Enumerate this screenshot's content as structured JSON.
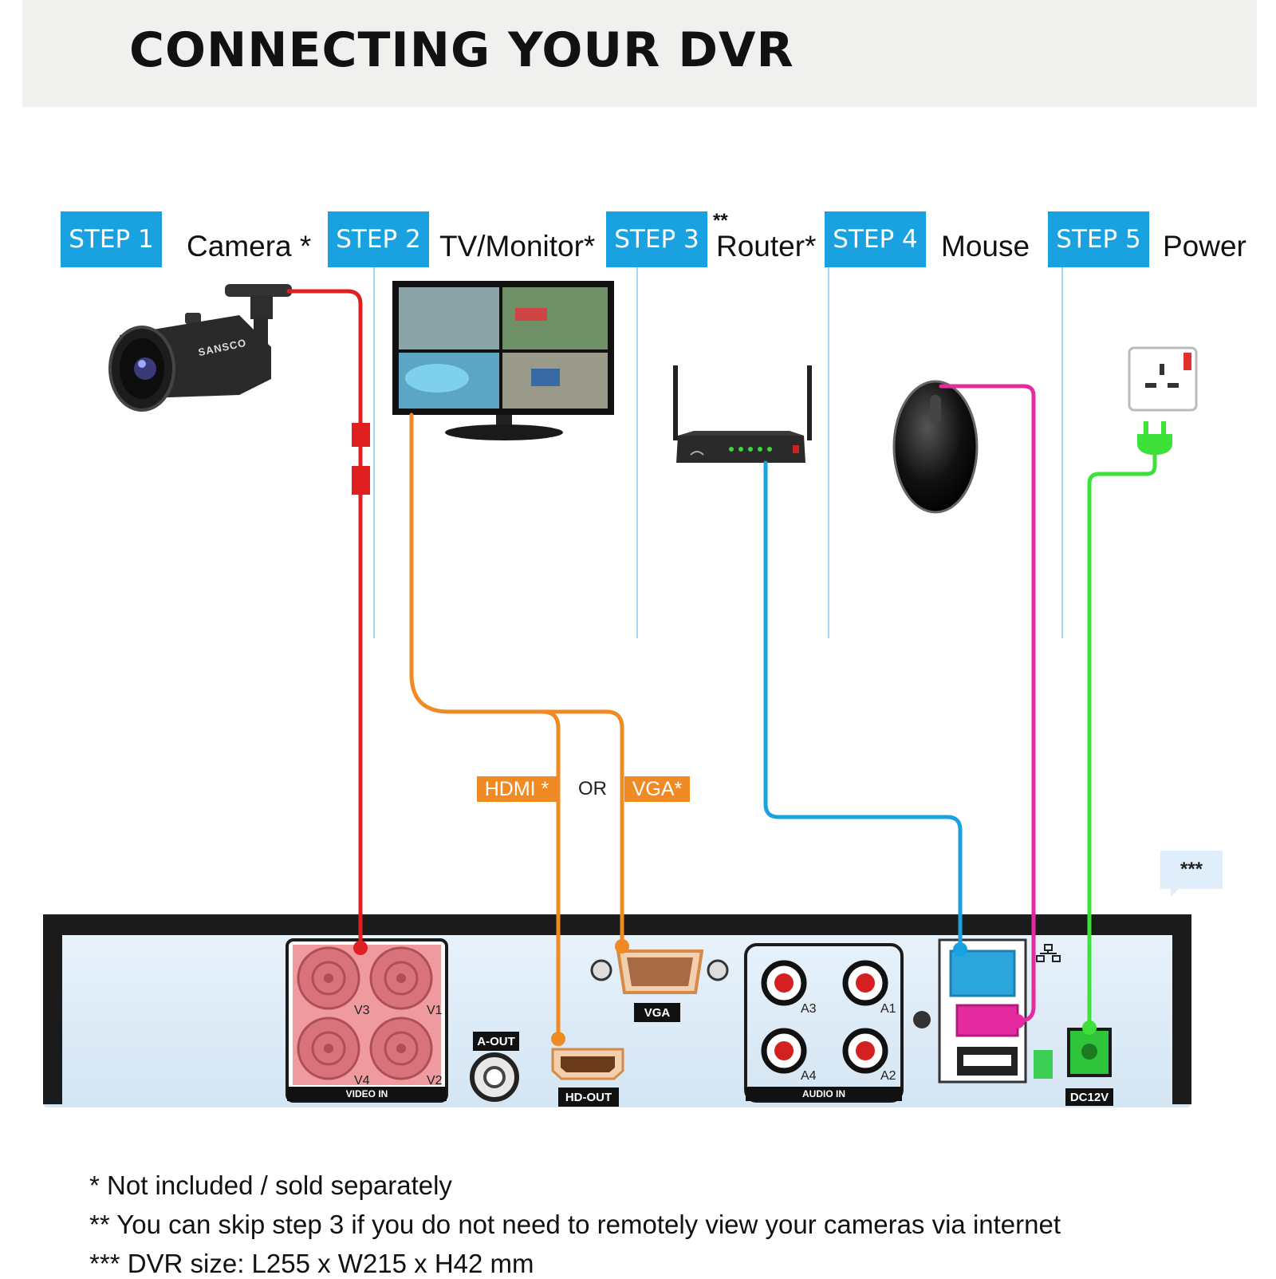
{
  "title": "CONNECTING YOUR DVR",
  "steps": [
    {
      "badge": "STEP 1",
      "device": "Camera *"
    },
    {
      "badge": "STEP 2",
      "device": "TV/Monitor*"
    },
    {
      "badge": "STEP 3",
      "device": "Router*",
      "mark": "**"
    },
    {
      "badge": "STEP 4",
      "device": "Mouse"
    },
    {
      "badge": "STEP 5",
      "device": "Power"
    }
  ],
  "camera_brand": "SANSCO",
  "video_options": {
    "hdmi": "HDMI *",
    "or": "OR",
    "vga": "VGA*"
  },
  "size_note_mark": "***",
  "dvr_ports": {
    "video_in": "VIDEO IN",
    "video_channels": [
      "V3",
      "V1",
      "V4",
      "V2"
    ],
    "a_out": "A-OUT",
    "hd_out": "HD-OUT",
    "vga": "VGA",
    "audio_in": "AUDIO IN",
    "audio_channels": [
      "A3",
      "A1",
      "A4",
      "A2"
    ],
    "dc12v": "DC12V"
  },
  "cable_colors": {
    "camera": "#e02020",
    "monitor": "#f08a24",
    "router": "#1aa2e0",
    "mouse": "#e62aa0",
    "power": "#3ee03a"
  },
  "footnotes": [
    "* Not included / sold separately",
    "** You can skip step 3 if you do not need to remotely view your cameras via internet",
    "*** DVR size: L255 x W215 x H42 mm"
  ]
}
